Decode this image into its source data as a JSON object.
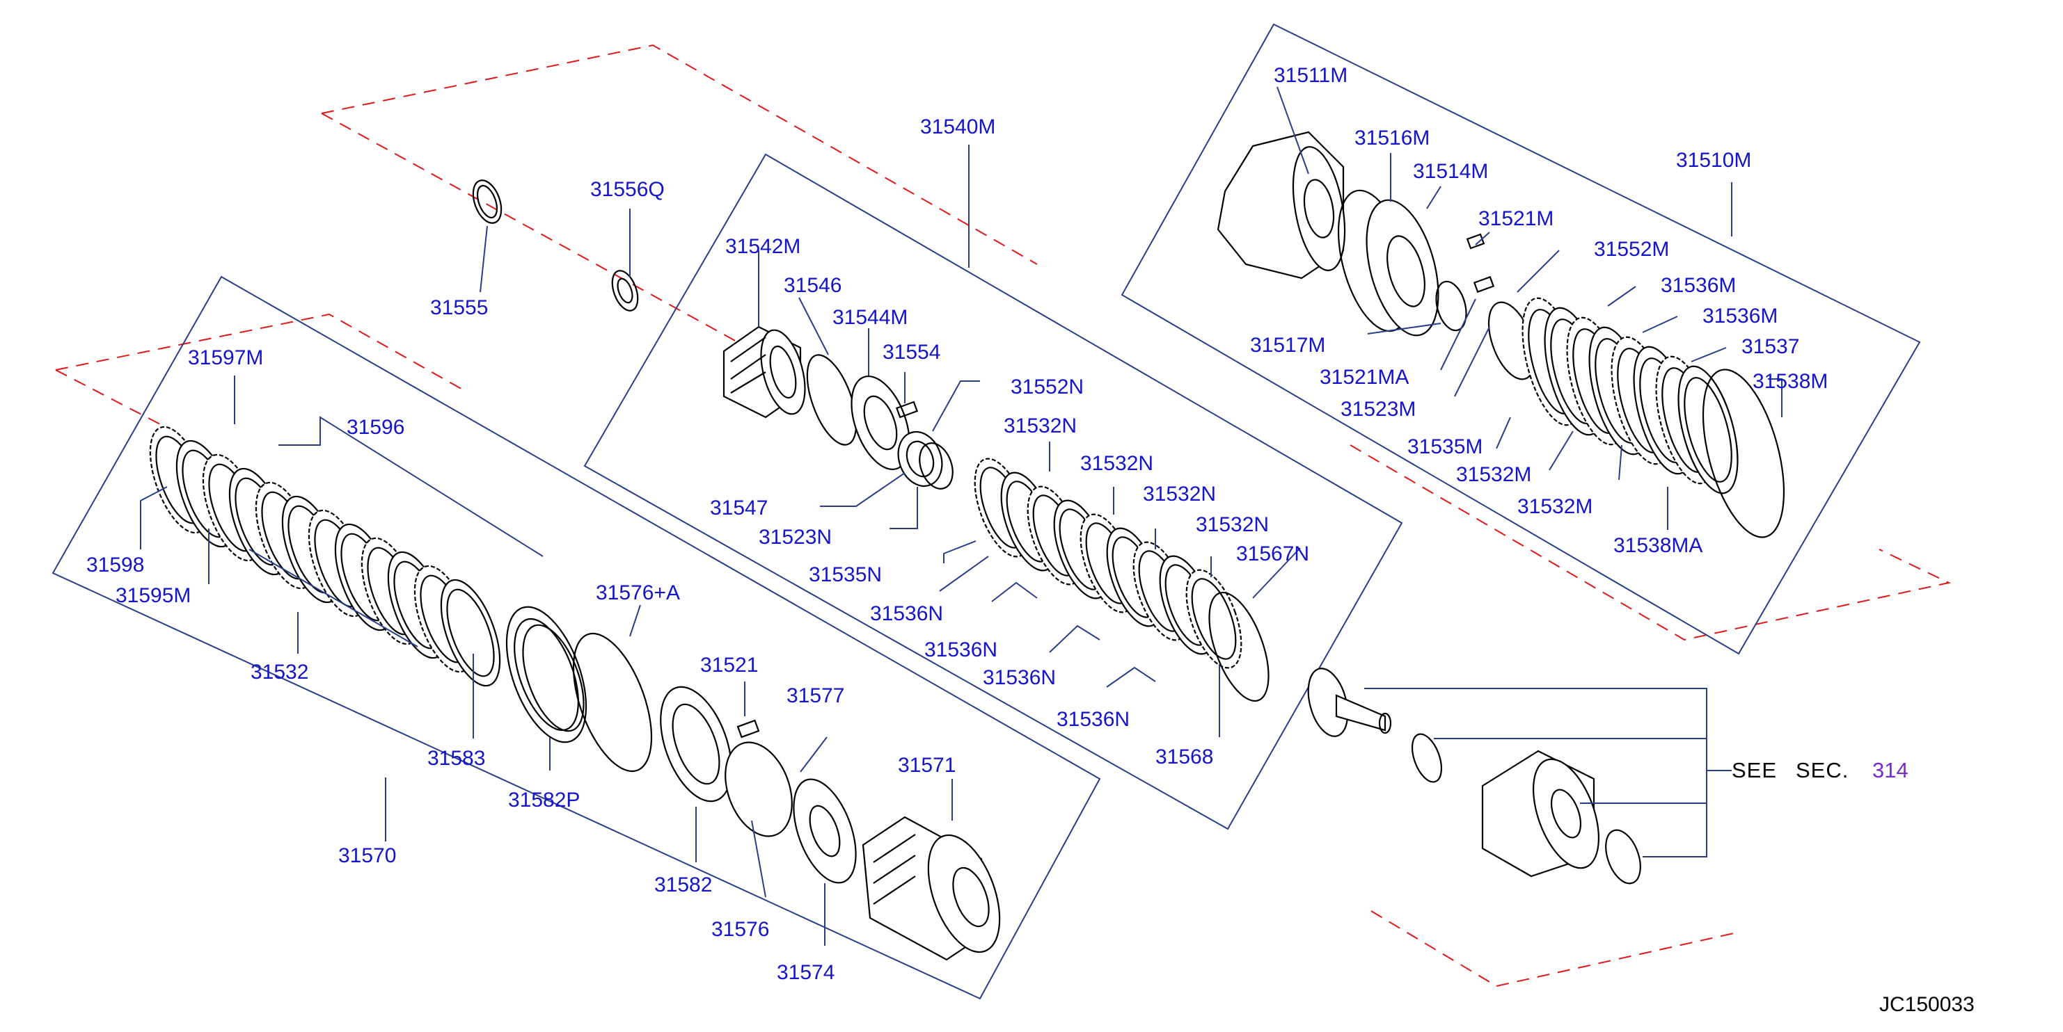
{
  "labels": {
    "p31540M": "31540M",
    "p31556Q": "31556Q",
    "p31555": "31555",
    "p31542M": "31542M",
    "p31546": "31546",
    "p31544M": "31544M",
    "p31554": "31554",
    "p31552N": "31552N",
    "p31532N_1": "31532N",
    "p31532N_2": "31532N",
    "p31532N_3": "31532N",
    "p31532N_4": "31532N",
    "p31567N": "31567N",
    "p31547": "31547",
    "p31523N": "31523N",
    "p31535N": "31535N",
    "p31536N_1": "31536N",
    "p31536N_2": "31536N",
    "p31536N_3": "31536N",
    "p31536N_4": "31536N",
    "p31568": "31568",
    "p31597M": "31597M",
    "p31596": "31596",
    "p31598": "31598",
    "p31595M": "31595M",
    "p31532": "31532",
    "p31583": "31583",
    "p31576A": "31576+A",
    "p31582P": "31582P",
    "p31521": "31521",
    "p31577": "31577",
    "p31571": "31571",
    "p31582": "31582",
    "p31576": "31576",
    "p31574": "31574",
    "p31570": "31570",
    "p31511M": "31511M",
    "p31516M": "31516M",
    "p31514M": "31514M",
    "p31510M": "31510M",
    "p31521M": "31521M",
    "p31552M": "31552M",
    "p31536M_1": "31536M",
    "p31536M_2": "31536M",
    "p31537": "31537",
    "p31538M": "31538M",
    "p31517M": "31517M",
    "p31521MA": "31521MA",
    "p31523M": "31523M",
    "p31535M": "31535M",
    "p31532M_1": "31532M",
    "p31532M_2": "31532M",
    "p31538MA": "31538MA"
  },
  "reference": {
    "see": "SEE",
    "sec": "SEC.",
    "section": "314"
  },
  "diagram_code": "JC150033",
  "colors": {
    "label": "#1414c8",
    "frame": "#2a3d8a",
    "dashed_axis": "#e01818",
    "section_ref": "#7a2ad0"
  }
}
